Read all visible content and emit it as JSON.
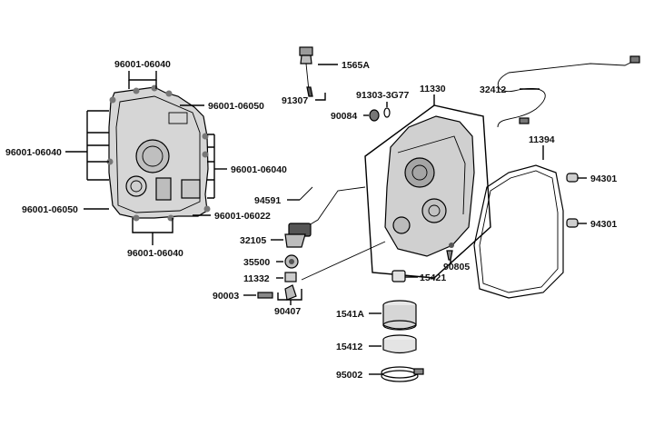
{
  "labels": {
    "p96001_06040_top": "96001-06040",
    "p96001_06050_right": "96001-06050",
    "p96001_06040_left": "96001-06040",
    "p96001_06040_right": "96001-06040",
    "p96001_06050_left": "96001-06050",
    "p96001_06022": "96001-06022",
    "p96001_06040_bottom": "96001-06040",
    "p1565A": "1565A",
    "p91307": "91307",
    "p91303_3G77": "91303-3G77",
    "p11330": "11330",
    "p90084": "90084",
    "p32412": "32412",
    "p11394": "11394",
    "p94301_a": "94301",
    "p94301_b": "94301",
    "p94591": "94591",
    "p32105": "32105",
    "p35500": "35500",
    "p11332": "11332",
    "p90003": "90003",
    "p90407": "90407",
    "p90805": "90805",
    "p15421": "15421",
    "p1541A": "1541A",
    "p15412": "15412",
    "p95002": "95002"
  }
}
